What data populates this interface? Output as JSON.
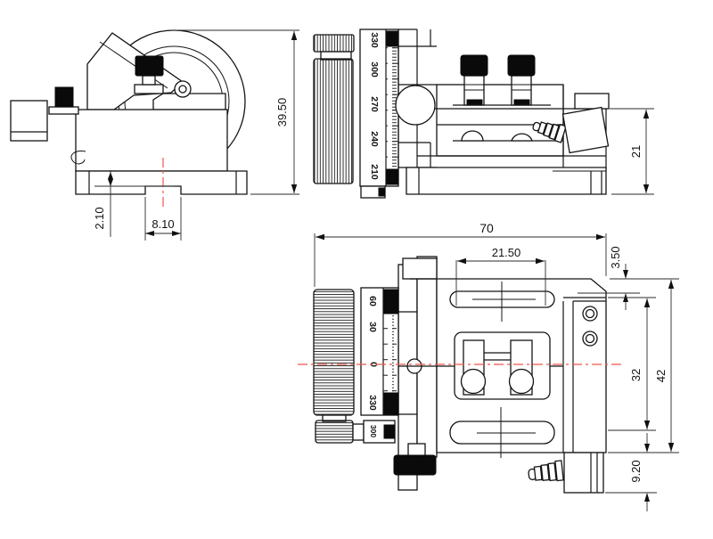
{
  "drawing": {
    "background": "#ffffff",
    "line_color": "#141414",
    "centerline_color": "#f4564a",
    "zero_color": "#e03a2e"
  },
  "views": {
    "side_view": {
      "dims": {
        "height": "39.50",
        "groove_depth": "2.10",
        "groove_width": "8.10"
      }
    },
    "top_view": {
      "dims": {
        "stage_height": "21"
      },
      "scale_labels": [
        "330",
        "300",
        "270",
        "240",
        "210"
      ]
    },
    "front_view": {
      "dims": {
        "width": "70",
        "slot_span": "21.50",
        "top_offset": "3.50",
        "inner_height": "32",
        "total_height": "42",
        "port_height": "9.20"
      },
      "scale_labels": [
        "60",
        "30",
        "0",
        "330"
      ],
      "fine_scale_label": "300"
    }
  }
}
